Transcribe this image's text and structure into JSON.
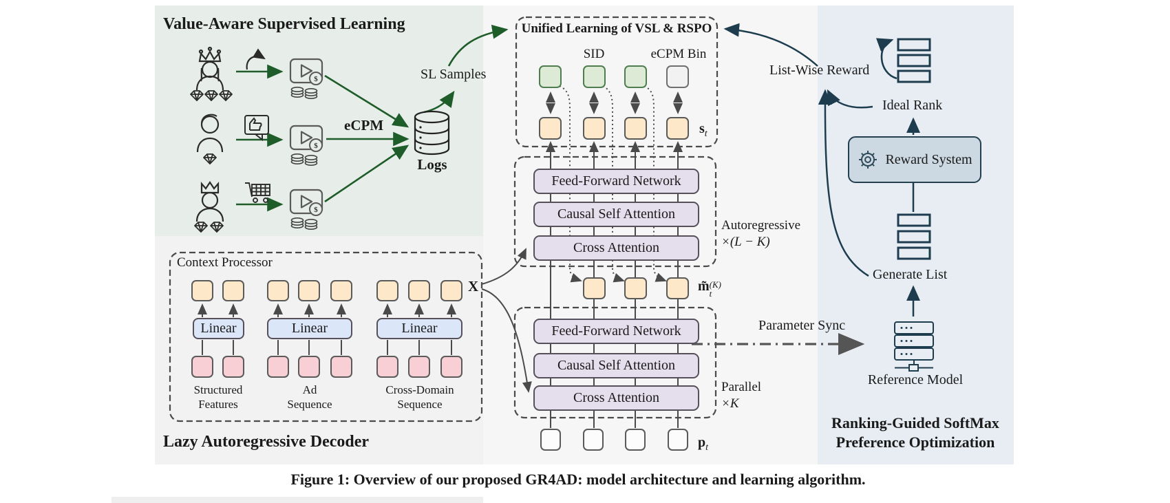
{
  "figure": {
    "caption": "Figure 1: Overview of our proposed GR4AD: model architecture and learning algorithm."
  },
  "vsl": {
    "title": "Value-Aware Supervised Learning",
    "ecpm_label": "eCPM",
    "logs_label": "Logs",
    "sl_samples_label": "SL Samples",
    "dollar": "$",
    "user_rows": [
      {
        "user": "queen-user",
        "action": "share-arrow",
        "diamonds": 3
      },
      {
        "user": "plain-user",
        "action": "like-bubble",
        "diamonds": 1
      },
      {
        "user": "king-user",
        "action": "shopping-cart",
        "diamonds": 2
      }
    ]
  },
  "decoder": {
    "title": "Lazy Autoregressive Decoder",
    "context_processor_label": "Context Processor",
    "x_label": "X",
    "groups": [
      {
        "linear_label": "Linear",
        "label_line1": "Structured",
        "label_line2": "Features",
        "tokens": 2
      },
      {
        "linear_label": "Linear",
        "label_line1": "Ad",
        "label_line2": "Sequence",
        "tokens": 3
      },
      {
        "linear_label": "Linear",
        "label_line1": "Cross-Domain",
        "label_line2": "Sequence",
        "tokens": 3
      }
    ]
  },
  "unified": {
    "title": "Unified Learning of VSL & RSPO",
    "sid_label": "SID",
    "ecpm_bin_label": "eCPM Bin",
    "s_label": "s",
    "s_sub": "t"
  },
  "transformer": {
    "layers": [
      "Feed-Forward Network",
      "Causal Self Attention",
      "Cross Attention"
    ],
    "autoregressive_label": "Autoregressive",
    "autoregressive_mult": "×(L − K)",
    "parallel_label": "Parallel",
    "parallel_mult": "×K",
    "m_label": "m̃",
    "m_sup": "(K)",
    "m_sub": "t",
    "p_label": "p",
    "p_sub": "t"
  },
  "rspo": {
    "title_line1": "Ranking-Guided SoftMax",
    "title_line2": "Preference Optimization",
    "list_wise_reward": "List-Wise Reward",
    "ideal_rank": "Ideal Rank",
    "reward_system": "Reward System",
    "generate_list": "Generate List",
    "reference_model": "Reference Model",
    "parameter_sync": "Parameter Sync"
  },
  "colors": {
    "panel_green": "#e7ede8",
    "panel_gray": "#f2f2f3",
    "panel_mid": "#f6f6f7",
    "panel_blue": "#e8edf3",
    "arrow_green": "#1e5c2a",
    "ink_navy": "#1d3d4f",
    "token_orange": "#fde9c9",
    "token_green": "#dcead6",
    "token_pink": "#f8cfd4",
    "linear_blue": "#dbe6f8",
    "layer_lavender": "#e5deed",
    "reward_fill": "#ccd9e2"
  }
}
